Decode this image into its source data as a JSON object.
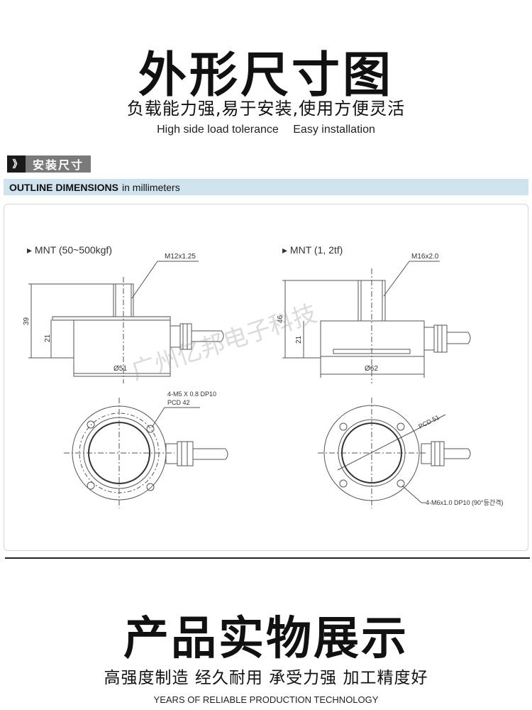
{
  "header": {
    "title": "外形尺寸图",
    "subtitle": "负载能力强,易于安装,使用方便灵活",
    "en_left": "High side load tolerance",
    "en_right": "Easy installation"
  },
  "section": {
    "chevron": "》",
    "label": "安装尺寸",
    "bar_bold": "OUTLINE DIMENSIONS",
    "bar_normal": "in millimeters"
  },
  "drawing_left": {
    "heading": "▸ MNT (50~500kgf)",
    "thread": "M12x1.25",
    "dim_total": "39",
    "dim_body": "21",
    "dim_dia": "Ø51",
    "holes": "4-M5 X 0.8 DP10",
    "pcd": "PCD 42"
  },
  "drawing_right": {
    "heading": "▸ MNT (1, 2tf)",
    "thread": "M16x2.0",
    "dim_total": "46",
    "dim_body": "21",
    "dim_dia": "Ø62",
    "pcd": "PCD 51",
    "holes": "4-M6x1.0 DP10 (90°등간격)"
  },
  "watermark": "广州亿邦电子科技",
  "footer": {
    "title": "产品实物展示",
    "subtitle": "高强度制造 经久耐用 承受力强 加工精度好",
    "en": "YEARS OF RELIABLE PRODUCTION TECHNOLOGY"
  }
}
